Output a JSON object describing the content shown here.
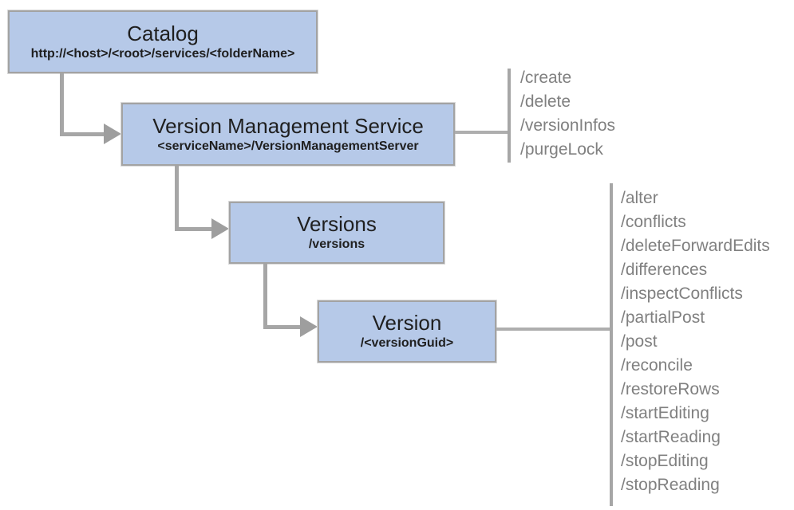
{
  "diagram": {
    "nodes": {
      "catalog": {
        "title": "Catalog",
        "subtitle": "http://<host>/<root>/services/<folderName>"
      },
      "vms": {
        "title": "Version Management Service",
        "subtitle": "<serviceName>/VersionManagementServer"
      },
      "versions": {
        "title": "Versions",
        "subtitle": "/versions"
      },
      "version": {
        "title": "Version",
        "subtitle": "/<versionGuid>"
      }
    },
    "vms_endpoints": {
      "items": [
        "/create",
        "/delete",
        "/versionInfos",
        "/purgeLock"
      ]
    },
    "version_endpoints": {
      "items": [
        "/alter",
        "/conflicts",
        "/deleteForwardEdits",
        "/differences",
        "/inspectConflicts",
        "/partialPost",
        "/post",
        "/reconcile",
        "/restoreRows",
        "/startEditing",
        "/startReading",
        "/stopEditing",
        "/stopReading"
      ]
    },
    "colors": {
      "box_fill": "#b6c9e8",
      "box_border": "#a3a3a3",
      "connector": "#a6a6a6",
      "endpoint_text": "#808080",
      "box_text": "#1f1f1f"
    }
  }
}
